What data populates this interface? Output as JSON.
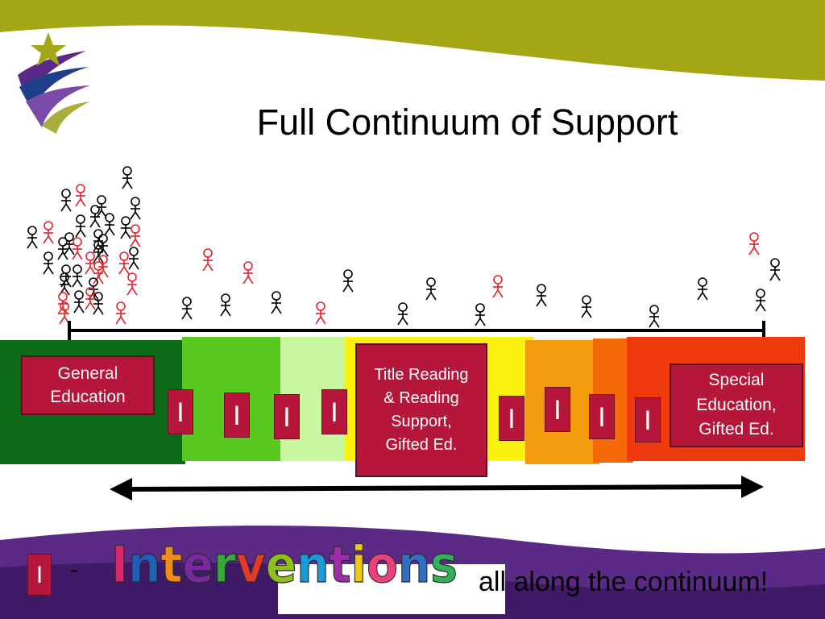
{
  "slide": {
    "title": "Full Continuum of Support",
    "general_label": "General Education",
    "title_label": "Title Reading & Reading Support, Gifted Ed.",
    "special_label": "Special Education, Gifted Ed.",
    "marker_letter": "I",
    "bottom_word": "Interventions",
    "bottom_tail": "all along the continuum!",
    "dash": "-"
  },
  "colors": {
    "olive": "#a3a716",
    "purple": "#5b2a86",
    "crimson": "#b5163a",
    "figure_black": "#000000",
    "figure_red": "#e8202a"
  },
  "continuum_bar": [
    {
      "color": "#0b6b16"
    },
    {
      "color": "#59c91f"
    },
    {
      "color": "#c8f7a0"
    },
    {
      "color": "#fbf20f"
    },
    {
      "color": "#f49a0d"
    },
    {
      "color": "#f56a06"
    },
    {
      "color": "#ee3a0c"
    }
  ],
  "interventions_letter_colors": [
    "#d6286d",
    "#1f5fb5",
    "#f08c1a",
    "#7a2aa0",
    "#38a83a",
    "#e23b2b",
    "#8fbf20",
    "#1c9bd7",
    "#9b2da8",
    "#f1c40f",
    "#e8417c",
    "#2f6fc4",
    "#34b05a"
  ]
}
